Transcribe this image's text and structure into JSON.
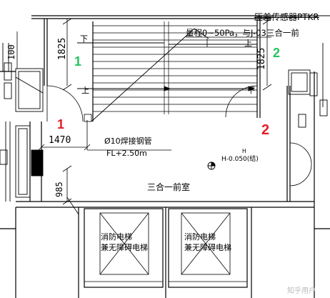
{
  "labels": {
    "top_right_title": "压差传感器PTKR",
    "sensor_note": "量程0~50Pa，与J-03三合一前",
    "pipe_note": "Ø10焊接钢管",
    "pipe_elevation": "FL+2.50m",
    "room_name": "三合一前室",
    "elevation_h": "H",
    "elevation_value": "H-0.050(结)",
    "elevator_left_1": "消防电梯",
    "elevator_left_2": "兼无障碍电梯",
    "elevator_right_1": "消防电梯",
    "elevator_right_2": "兼无障碍电梯",
    "watermark": "知乎用户"
  },
  "dimensions": {
    "left_stair": "1825",
    "right_stair": "1825",
    "width_left": "1470",
    "small_left": "985",
    "top_left": "100"
  },
  "stair_marks": {
    "down": "下",
    "up": "上"
  },
  "annotations": {
    "num_1_green": "1",
    "num_2_green": "2",
    "num_1_red": "1",
    "num_2_red": "2"
  },
  "colors": {
    "line": "#000000",
    "green": "#22c55e",
    "red": "#e11d2a"
  }
}
